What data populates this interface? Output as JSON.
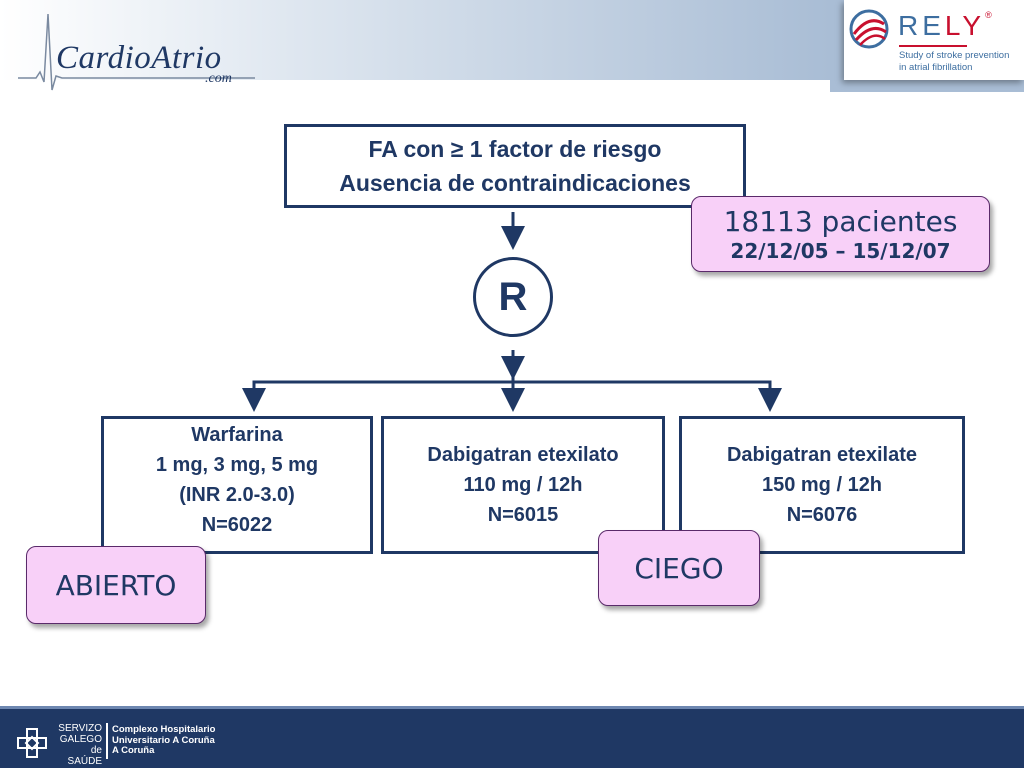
{
  "header": {
    "logo_main": "CardioAtrio",
    "logo_suffix": ".com",
    "rely_brand": "RELY",
    "rely_brand_prefix": "RE",
    "rely_brand_suffix": "LY",
    "rely_registered": "®",
    "rely_subtitle_line1": "Study of stroke prevention",
    "rely_subtitle_line2": "in atrial fibrillation"
  },
  "diagram": {
    "inclusion": {
      "line1": "FA con ≥ 1 factor de riesgo",
      "line2": "Ausencia de contraindicaciones"
    },
    "patients": {
      "count": "18113 pacientes",
      "dates": "22/12/05 – 15/12/07"
    },
    "randomization": "R",
    "arms": [
      {
        "line1": "Warfarina",
        "line2": "1 mg, 3 mg, 5 mg",
        "line3": "(INR 2.0-3.0)",
        "line4": "N=6022"
      },
      {
        "line1": "Dabigatran etexilato",
        "line2": "110 mg / 12h",
        "line3": "N=6015"
      },
      {
        "line1": "Dabigatran etexilate",
        "line2": "150 mg / 12h",
        "line3": "N=6076"
      }
    ],
    "labels": {
      "open": "ABIERTO",
      "blind": "CIEGO"
    }
  },
  "footer": {
    "servizo_line1": "SERVIZO",
    "servizo_line2": "GALEGO",
    "servizo_line3": "de SAÚDE",
    "hospital_line1": "Complexo Hospitalario",
    "hospital_line2": "Universitario A Coruña",
    "hospital_line3": "A Coruña"
  },
  "colors": {
    "navy": "#1f3864",
    "pink_fill": "#f8d0f8",
    "rely_blue": "#3d6ea0",
    "rely_red": "#c8102e"
  }
}
